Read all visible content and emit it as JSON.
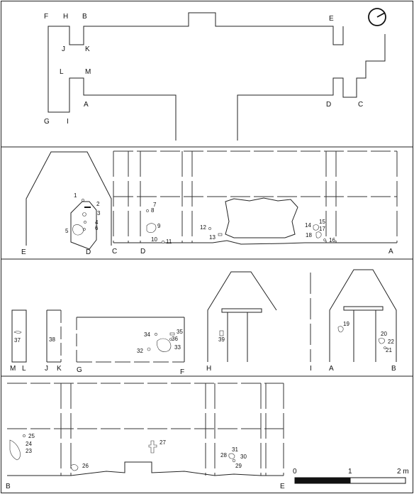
{
  "plan_letters": {
    "F": "F",
    "H": "H",
    "B": "B",
    "E": "E",
    "J": "J",
    "K": "K",
    "L": "L",
    "M": "M",
    "A": "A",
    "D": "D",
    "C": "C",
    "G": "G",
    "I": "I"
  },
  "section2": {
    "gable_letters": [
      "E",
      "D"
    ],
    "wall_letters": [
      "C",
      "D",
      "A"
    ],
    "finds": [
      "1",
      "2",
      "3",
      "4",
      "5",
      "6",
      "7",
      "8",
      "9",
      "10",
      "11",
      "12",
      "13",
      "14",
      "15",
      "16",
      "17",
      "18"
    ]
  },
  "section3": {
    "pillar1_letters": [
      "M",
      "L"
    ],
    "pillar2_letters": [
      "J",
      "K"
    ],
    "wall_letters": [
      "G",
      "F"
    ],
    "gable1_letters": [
      "H",
      "I"
    ],
    "gable2_letters": [
      "A",
      "B"
    ],
    "finds": [
      "19",
      "20",
      "21",
      "22",
      "32",
      "33",
      "34",
      "35",
      "36",
      "37",
      "38",
      "39"
    ]
  },
  "section4": {
    "letters": [
      "B",
      "E"
    ],
    "finds": [
      "23",
      "24",
      "25",
      "26",
      "27",
      "28",
      "29",
      "30",
      "31"
    ]
  },
  "scale": {
    "labels": [
      "0",
      "1",
      "2 m"
    ]
  }
}
